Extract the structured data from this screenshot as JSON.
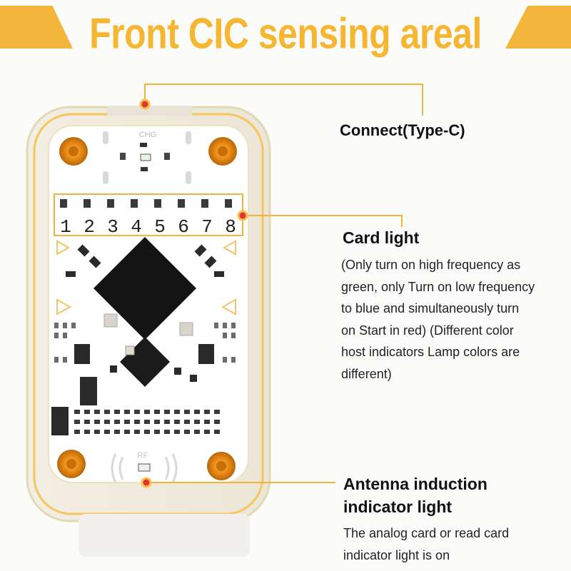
{
  "header": {
    "title": "Front CIC sensing areal"
  },
  "device": {
    "chg_label": "CHG",
    "rf_label": "RF",
    "led_numbers": [
      "1",
      "2",
      "3",
      "4",
      "5",
      "6",
      "7",
      "8"
    ]
  },
  "callouts": {
    "connect": {
      "title": "Connect(Type-C)"
    },
    "card_light": {
      "title": "Card light",
      "lines": [
        "(Only turn on high frequency as",
        "green, only Turn on low frequency",
        "to blue and simultaneously turn",
        "on Start in red) (Different color",
        "host indicators Lamp colors are",
        "different)"
      ]
    },
    "antenna": {
      "title_lines": [
        "Antenna induction",
        "indicator light"
      ],
      "lines": [
        "The analog card or read card",
        "indicator light is on"
      ]
    }
  },
  "colors": {
    "accent": "#f4b63a",
    "marker_red": "#e3342f",
    "board": "#ffffff",
    "chip": "#141414"
  }
}
